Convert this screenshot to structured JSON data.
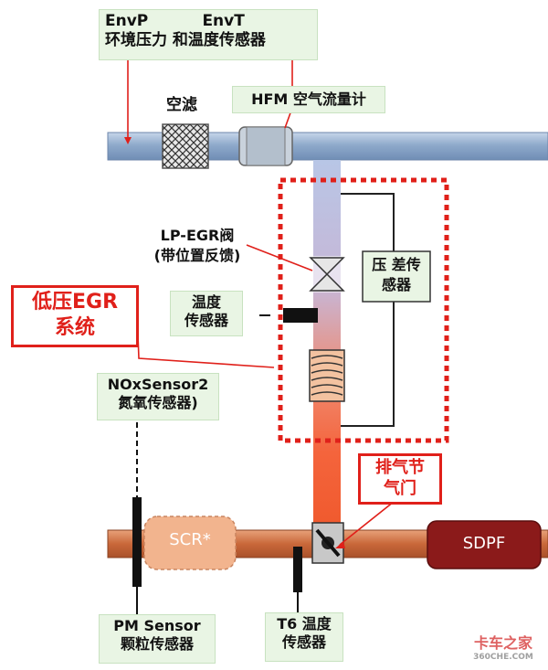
{
  "labels": {
    "env_line1": "EnvP          EnvT",
    "env_line2": "环境压力 和温度传感器",
    "air_filter": "空滤",
    "hfm": "HFM 空气流量计",
    "lp_egr_valve_line1": "LP-EGR阀",
    "lp_egr_valve_line2": "(带位置反馈)",
    "diff_pressure_line1": "压 差传",
    "diff_pressure_line2": "感器",
    "temp_sensor_line1": "温度",
    "temp_sensor_line2": "传感器",
    "low_pressure_egr_line1": "低压EGR",
    "low_pressure_egr_line2": "系统",
    "nox_line1": "NOxSensor2",
    "nox_line2": "氮氧传感器)",
    "exhaust_throttle_line1": "排气节",
    "exhaust_throttle_line2": "气门",
    "scr": "SCR*",
    "sdpf": "SDPF",
    "pm_line1": "PM Sensor",
    "pm_line2": "颗粒传感器",
    "t6_line1": "T6 温度",
    "t6_line2": "传感器",
    "watermark_line1": "卡车之家",
    "watermark_line2": "360CHE.COM"
  },
  "colors": {
    "intake_pipe": "#9fb8d8",
    "exhaust_pipe": "#d9794a",
    "callout_red": "#e0201a",
    "label_green_bg": "#e9f5e4",
    "sdpf_fill": "#8b1a1a",
    "scr_fill": "#f2b48e"
  }
}
